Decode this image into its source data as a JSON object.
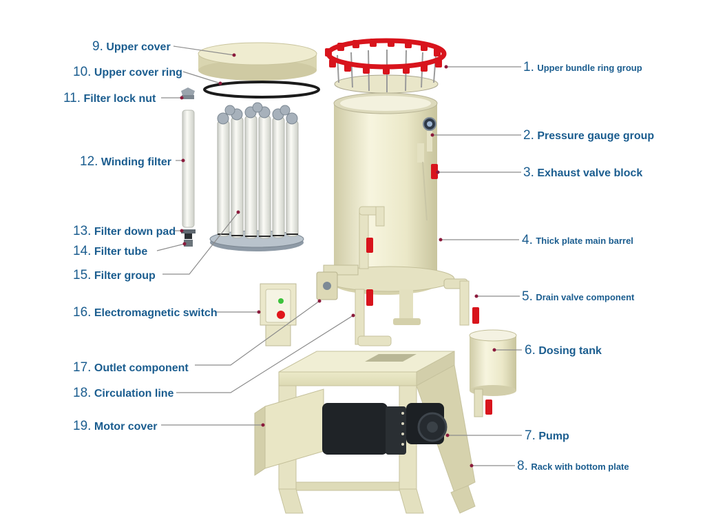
{
  "diagram": {
    "labels": [
      {
        "num": "1.",
        "text": "Upper bundle ring group"
      },
      {
        "num": "2.",
        "text": "Pressure gauge group"
      },
      {
        "num": "3.",
        "text": "Exhaust valve block"
      },
      {
        "num": "4.",
        "text": "Thick plate main barrel"
      },
      {
        "num": "5.",
        "text": "Drain valve component"
      },
      {
        "num": "6.",
        "text": "Dosing tank"
      },
      {
        "num": "7.",
        "text": "Pump"
      },
      {
        "num": "8.",
        "text": "Rack with bottom plate"
      },
      {
        "num": "9.",
        "text": "Upper cover"
      },
      {
        "num": "10.",
        "text": "Upper cover ring"
      },
      {
        "num": "11.",
        "text": "Filter lock nut"
      },
      {
        "num": "12.",
        "text": "Winding filter"
      },
      {
        "num": "13.",
        "text": "Filter down pad"
      },
      {
        "num": "14.",
        "text": "Filter tube"
      },
      {
        "num": "15.",
        "text": "Filter group"
      },
      {
        "num": "16.",
        "text": "Electromagnetic switch"
      },
      {
        "num": "17.",
        "text": "Outlet component"
      },
      {
        "num": "18.",
        "text": "Circulation line"
      },
      {
        "num": "19.",
        "text": "Motor cover"
      }
    ]
  },
  "colors": {
    "label_text": "#1b5d8f",
    "leader_line": "#8c8c8c",
    "leader_dot": "#8b1a3c",
    "body_plastic": "#efedd0",
    "body_shade": "#d6d3b0",
    "ring_red": "#d8141c",
    "valve_red": "#d8141c",
    "pump_dark": "#1f2327",
    "switch_green": "#3cc23c",
    "switch_red": "#e0161b"
  }
}
